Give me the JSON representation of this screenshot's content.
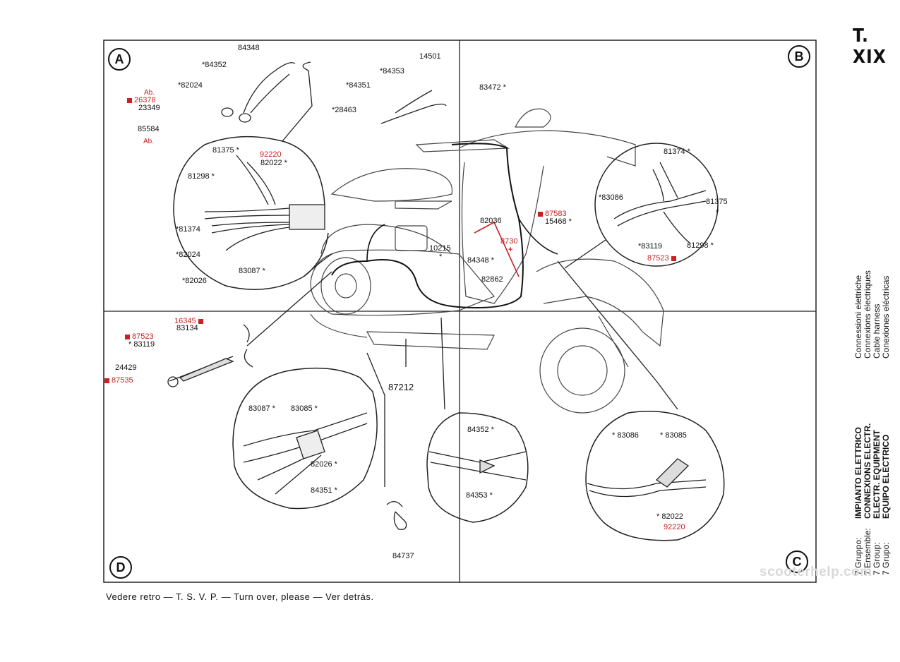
{
  "plate_id": "T. XIX",
  "quadrants": {
    "a": "A",
    "b": "B",
    "c": "C",
    "d": "D"
  },
  "group_block": {
    "keys": [
      "7 Gruppo:",
      "7 Ensemble:",
      "7 Group:",
      "7 Grupo:"
    ],
    "titles": [
      "IMPIANTO ELETTRICO",
      "CONNEXIONS ELECTR.",
      "ELECTR. EQUIPMENT",
      "EQUIPO ELECTRICO"
    ]
  },
  "subtitle_lines": [
    "Connessioni elettriche",
    "Connexions électriques",
    "Cable harness",
    "Conexiones eléctricas"
  ],
  "footer_text": "Vedere retro — T. S. V. P. — Turn over, please — Ver detrás.",
  "watermark": "scooterhelp.com",
  "colors": {
    "red": "#cc1f1f",
    "ink": "#111111"
  },
  "parts": {
    "a_84348": "84348",
    "a_84352": "*84352",
    "a_82024": "*82024",
    "a_ab1": "Ab.",
    "a_26378": "26378",
    "a_23349": "23349",
    "a_85584": "85584",
    "a_ab2": "Ab.",
    "a_84353": "*84353",
    "a_14501": "14501",
    "a_84351": "*84351",
    "a_28463": "*28463",
    "a_81375": "81375 *",
    "a_92220": "92220",
    "a_82022": "82022 *",
    "a_81298": "81298 *",
    "a_81374": "*81374",
    "a_82024b": "*82024",
    "a_83087": "83087 *",
    "a_82026": "*82026",
    "b_83472": "83472 *",
    "b_81374": "81374 *",
    "b_83086": "*83086",
    "b_81375": "81375",
    "b_star": "*",
    "b_83119": "*83119",
    "b_81298": "81298 *",
    "b_87523": "87523",
    "b_87583": "87583",
    "b_15468": "15468 *",
    "m_82036": "82036",
    "m_8730": "8730",
    "m_plus": "+",
    "m_10215": "10215",
    "m_star": "*",
    "m_84348": "84348 *",
    "m_82862": "82862",
    "m_87212": "87212",
    "d_16345": "16345",
    "d_83134": "83134",
    "d_87523": "87523",
    "d_83119": "* 83119",
    "d_24429": "24429",
    "d_87535": "87535",
    "d_83087": "83087 *",
    "d_83085": "83085 *",
    "d_82026": "82026 *",
    "d_84351": "84351 *",
    "d_84737": "84737",
    "c_84352": "84352 *",
    "c_84353": "84353 *",
    "c_83086": "* 83086",
    "c_83085": "* 83085",
    "c_82022": "* 82022",
    "c_92220": "92220"
  }
}
